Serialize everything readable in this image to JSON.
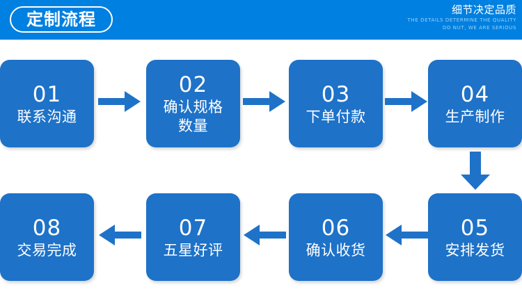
{
  "header": {
    "title": "定制流程",
    "slogan_cn": "细节决定品质",
    "slogan_en_line1": "THE DETAILS DETERMINE THE QUALITY",
    "slogan_en_line2": "DO NUT, WE ARE SERIOUS",
    "band_color": "#0080e0",
    "title_color": "#ffffff",
    "slogan_en_color": "#9fd2f5"
  },
  "flow": {
    "box_color": "#1e72c8",
    "arrow_color": "#1e72c8",
    "text_color": "#ffffff",
    "steps": [
      {
        "num": "01",
        "label": "联系沟通"
      },
      {
        "num": "02",
        "label": "确认规格\n数量"
      },
      {
        "num": "03",
        "label": "下单付款"
      },
      {
        "num": "04",
        "label": "生产制作"
      },
      {
        "num": "05",
        "label": "安排发货"
      },
      {
        "num": "06",
        "label": "确认收货"
      },
      {
        "num": "07",
        "label": "五星好评"
      },
      {
        "num": "08",
        "label": "交易完成"
      }
    ],
    "arrows": [
      {
        "name": "arrow-01-to-02",
        "direction": "right"
      },
      {
        "name": "arrow-02-to-03",
        "direction": "right"
      },
      {
        "name": "arrow-03-to-04",
        "direction": "right"
      },
      {
        "name": "arrow-04-to-05",
        "direction": "down"
      },
      {
        "name": "arrow-05-to-06",
        "direction": "left"
      },
      {
        "name": "arrow-06-to-07",
        "direction": "left"
      },
      {
        "name": "arrow-07-to-08",
        "direction": "left"
      }
    ]
  }
}
